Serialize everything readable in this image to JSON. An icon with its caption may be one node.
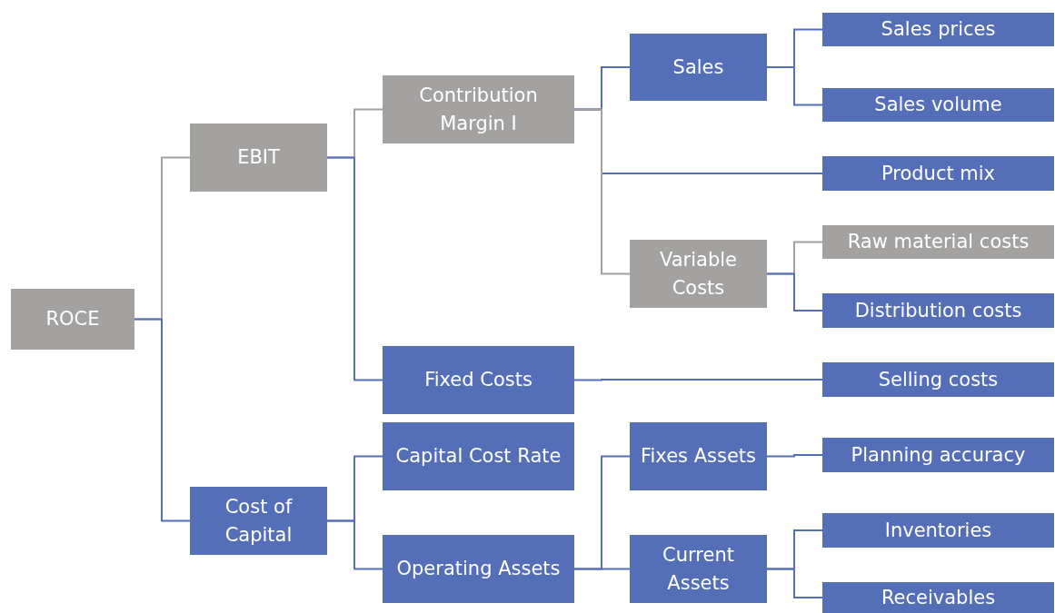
{
  "diagram": {
    "nodes": [
      {
        "text": [
          "ROCE"
        ]
      },
      {
        "text": [
          "EBIT"
        ]
      },
      {
        "text": [
          "Contribution Margin I"
        ]
      },
      {
        "text": [
          "Fixed Costs"
        ]
      },
      {
        "text": [
          "Cost of Capital"
        ]
      },
      {
        "text": [
          "Capital Cost Rate"
        ]
      },
      {
        "text": [
          "Operating Assets"
        ]
      },
      {
        "text": [
          "Sales"
        ]
      },
      {
        "text": [
          "Variable Costs"
        ]
      },
      {
        "text": [
          "Fixes Assets"
        ]
      },
      {
        "text": [
          "Current Assets"
        ]
      },
      {
        "text": [
          "Sales prices"
        ]
      },
      {
        "text": [
          "Sales volume"
        ]
      },
      {
        "text": [
          "Product mix"
        ]
      },
      {
        "text": [
          "Raw material costs"
        ]
      },
      {
        "text": [
          "Distribution costs"
        ]
      },
      {
        "text": [
          "Selling costs"
        ]
      },
      {
        "text": [
          "Planning accuracy"
        ]
      },
      {
        "text": [
          "Inventories"
        ]
      },
      {
        "text": [
          "Receivables"
        ]
      }
    ],
    "edges": [
      {
        "from": 0,
        "to": 1,
        "arrow": "none",
        "color": "#a3a2a1"
      },
      {
        "from": 0,
        "to": 4,
        "arrow": "none"
      },
      {
        "from": 1,
        "to": 2,
        "arrow": "none",
        "color": "#a3a2a1"
      },
      {
        "from": 1,
        "to": 3,
        "arrow": "none"
      },
      {
        "from": 2,
        "to": 7,
        "arrow": "none"
      },
      {
        "from": 2,
        "to": 13,
        "arrow": "none"
      },
      {
        "from": 2,
        "to": 8,
        "arrow": "none",
        "color": "#a3a2a1"
      },
      {
        "from": 7,
        "to": 11,
        "arrow": "none"
      },
      {
        "from": 7,
        "to": 12,
        "arrow": "none"
      },
      {
        "from": 8,
        "to": 14,
        "arrow": "none",
        "color": "#a3a2a1"
      },
      {
        "from": 8,
        "to": 15,
        "arrow": "none"
      },
      {
        "from": 3,
        "to": 16,
        "arrow": "none"
      },
      {
        "from": 4,
        "to": 5,
        "arrow": "none"
      },
      {
        "from": 4,
        "to": 6,
        "arrow": "none"
      },
      {
        "from": 6,
        "to": 9,
        "arrow": "none"
      },
      {
        "from": 6,
        "to": 10,
        "arrow": "none"
      },
      {
        "from": 9,
        "to": 17,
        "arrow": "none"
      },
      {
        "from": 10,
        "to": 18,
        "arrow": "none"
      },
      {
        "from": 10,
        "to": 19,
        "arrow": "none"
      }
    ]
  }
}
